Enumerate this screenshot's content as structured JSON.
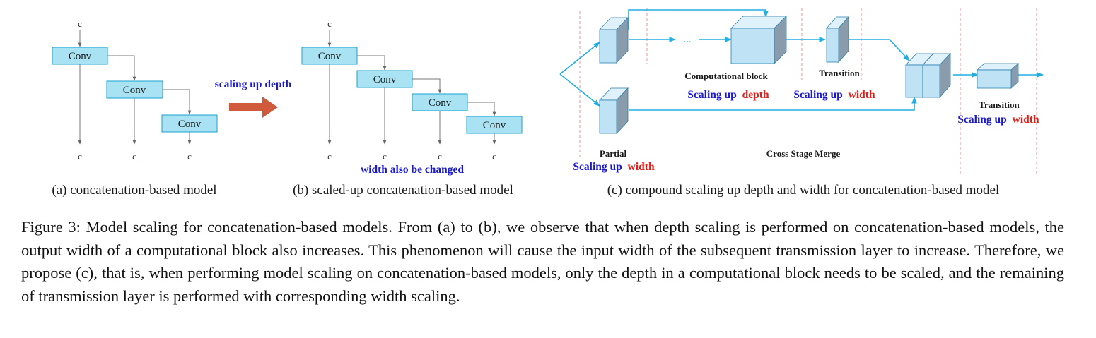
{
  "labels": {
    "c": "c",
    "conv": "Conv",
    "scaling_up_depth": "scaling up depth",
    "width_also_changed": "width also be changed",
    "dots": "...",
    "computational_block": "Computational block",
    "transition": "Transition",
    "partial": "Partial",
    "cross_stage_merge": "Cross Stage Merge",
    "scaling_up": "Scaling up",
    "depth": "depth",
    "width": "width"
  },
  "sublabels": {
    "a": "(a) concatenation-based model",
    "b": "(b) scaled-up concatenation-based model",
    "c": "(c) compound scaling up depth and width for concatenation-based model"
  },
  "caption": "Figure 3:  Model scaling for concatenation-based models.  From (a) to (b), we observe that when depth scaling is performed on concatenation-based models, the output width of a computational block also increases.  This phenomenon will cause the input width of the subsequent transmission layer to increase. Therefore, we propose (c), that is, when performing model scaling on concatenation-based models, only the depth in a computational block needs to be scaled, and the remaining of transmission layer is performed with corresponding width scaling.",
  "colors": {
    "conv_fill": "#a9e3f3",
    "block_front": "#bfe3f5",
    "block_top": "#dff1fb",
    "block_side": "#8a9cab",
    "flow_line": "#21aee3",
    "arrow_red": "#cf5a3c",
    "dashed_red": "#f0a7a7",
    "text_blue": "#1a1acc",
    "text_red": "#e0201a"
  }
}
